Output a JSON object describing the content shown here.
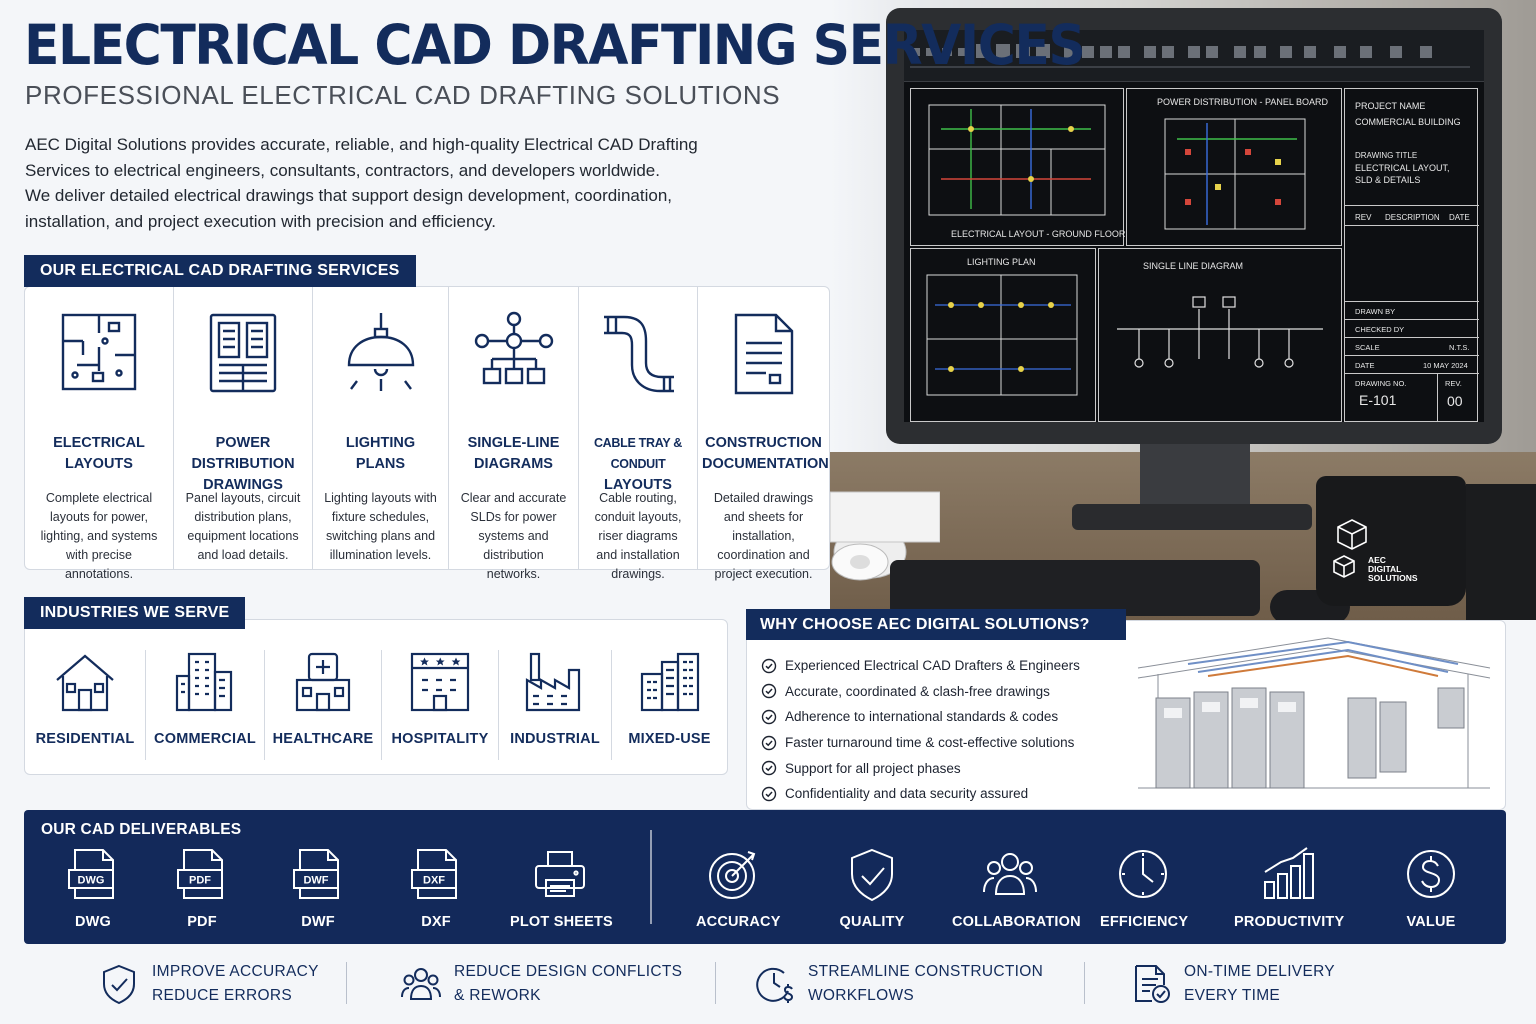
{
  "header": {
    "title": "ELECTRICAL CAD DRAFTING SERVICES",
    "subtitle": "PROFESSIONAL ELECTRICAL CAD DRAFTING SOLUTIONS",
    "intro": [
      "AEC Digital Solutions provides accurate, reliable, and high-quality Electrical CAD Drafting",
      "Services to electrical engineers, consultants, contractors, and developers worldwide.",
      "We deliver detailed electrical drawings that support design development, coordination,",
      "installation, and project execution with precision and efficiency."
    ]
  },
  "services": {
    "heading": "OUR ELECTRICAL CAD DRAFTING SERVICES",
    "items": [
      {
        "name1": "ELECTRICAL",
        "name2": "LAYOUTS",
        "icon": "floor-plan-icon",
        "desc": "Complete electrical layouts for power, lighting, and systems with precise annotations."
      },
      {
        "name1": "POWER DISTRIBUTION",
        "name2": "DRAWINGS",
        "icon": "panel-board-icon",
        "desc": "Panel layouts, circuit distribution plans, equipment locations and load details."
      },
      {
        "name1": "LIGHTING",
        "name2": "PLANS",
        "icon": "pendant-lamp-icon",
        "desc": "Lighting layouts with fixture schedules, switching plans and illumination levels."
      },
      {
        "name1": "SINGLE-LINE",
        "name2": "DIAGRAMS",
        "icon": "single-line-diagram-icon",
        "desc": "Clear and accurate SLDs for power systems and distribution networks."
      },
      {
        "name1": "CABLE TRAY & CONDUIT",
        "name2": "LAYOUTS",
        "icon": "cable-tray-icon",
        "desc": "Cable routing, conduit layouts, riser diagrams and installation drawings."
      },
      {
        "name1": "CONSTRUCTION",
        "name2": "DOCUMENTATION",
        "icon": "document-icon",
        "desc": "Detailed drawings and sheets for installation, coordination and project execution."
      }
    ]
  },
  "industries": {
    "heading": "INDUSTRIES WE SERVE",
    "items": [
      {
        "label": "RESIDENTIAL",
        "icon": "house-icon"
      },
      {
        "label": "COMMERCIAL",
        "icon": "office-building-icon"
      },
      {
        "label": "HEALTHCARE",
        "icon": "hospital-icon"
      },
      {
        "label": "HOSPITALITY",
        "icon": "hotel-icon"
      },
      {
        "label": "INDUSTRIAL",
        "icon": "factory-icon"
      },
      {
        "label": "MIXED-USE",
        "icon": "mixed-use-buildings-icon"
      }
    ]
  },
  "why": {
    "heading": "WHY CHOOSE AEC DIGITAL SOLUTIONS?",
    "items": [
      "Experienced Electrical CAD Drafters & Engineers",
      "Accurate, coordinated & clash-free drawings",
      "Adherence to international standards & codes",
      "Faster turnaround time & cost-effective solutions",
      "Support for all project phases",
      "Confidentiality and data security assured"
    ]
  },
  "deliverables": {
    "heading": "OUR CAD DELIVERABLES",
    "files": [
      {
        "label": "DWG",
        "badge": "DWG"
      },
      {
        "label": "PDF",
        "badge": "PDF"
      },
      {
        "label": "DWF",
        "badge": "DWF"
      },
      {
        "label": "DXF",
        "badge": "DXF"
      },
      {
        "label": "PLOT SHEETS",
        "badge": ""
      }
    ],
    "values": [
      {
        "label": "ACCURACY",
        "icon": "target-icon"
      },
      {
        "label": "QUALITY",
        "icon": "shield-check-icon"
      },
      {
        "label": "COLLABORATION",
        "icon": "team-icon"
      },
      {
        "label": "EFFICIENCY",
        "icon": "clock-icon"
      },
      {
        "label": "PRODUCTIVITY",
        "icon": "growth-chart-icon"
      },
      {
        "label": "VALUE",
        "icon": "dollar-icon"
      }
    ]
  },
  "benefits": [
    {
      "line1": "IMPROVE ACCURACY",
      "line2": "REDUCE ERRORS",
      "icon": "shield-check-icon"
    },
    {
      "line1": "REDUCE DESIGN CONFLICTS",
      "line2": "& REWORK",
      "icon": "team-icon"
    },
    {
      "line1": "STREAMLINE CONSTRUCTION",
      "line2": "WORKFLOWS",
      "icon": "clock-dollar-icon"
    },
    {
      "line1": "ON-TIME DELIVERY",
      "line2": "EVERY TIME",
      "icon": "document-check-icon"
    }
  ],
  "cad_screen": {
    "sheet_power": "POWER DISTRIBUTION - PANEL BOARD",
    "sheet_layout": "ELECTRICAL LAYOUT - GROUND FLOOR",
    "sheet_lighting": "LIGHTING PLAN",
    "sheet_sld": "SINGLE LINE DIAGRAM",
    "tb_project_label": "PROJECT NAME",
    "tb_project": "COMMERCIAL BUILDING",
    "tb_title_label": "DRAWING TITLE",
    "tb_title1": "ELECTRICAL LAYOUT,",
    "tb_title2": "SLD & DETAILS",
    "tb_rev": "REV",
    "tb_desc": "DESCRIPTION",
    "tb_date_h": "DATE",
    "tb_drawn": "DRAWN BY",
    "tb_checked": "CHECKED DY",
    "tb_scale": "SCALE",
    "tb_scale_val": "N.T.S.",
    "tb_date": "DATE",
    "tb_date_val": "10 MAY 2024",
    "tb_dwgno_label": "DRAWING NO.",
    "tb_dwgno": "E-101",
    "tb_revno_label": "REV.",
    "tb_revno": "00"
  },
  "mug": {
    "line1": "AEC",
    "line2": "DIGITAL",
    "line3": "SOLUTIONS"
  },
  "colors": {
    "navy": "#132c5c",
    "band": "#13295a",
    "border": "#d4d9e1"
  }
}
